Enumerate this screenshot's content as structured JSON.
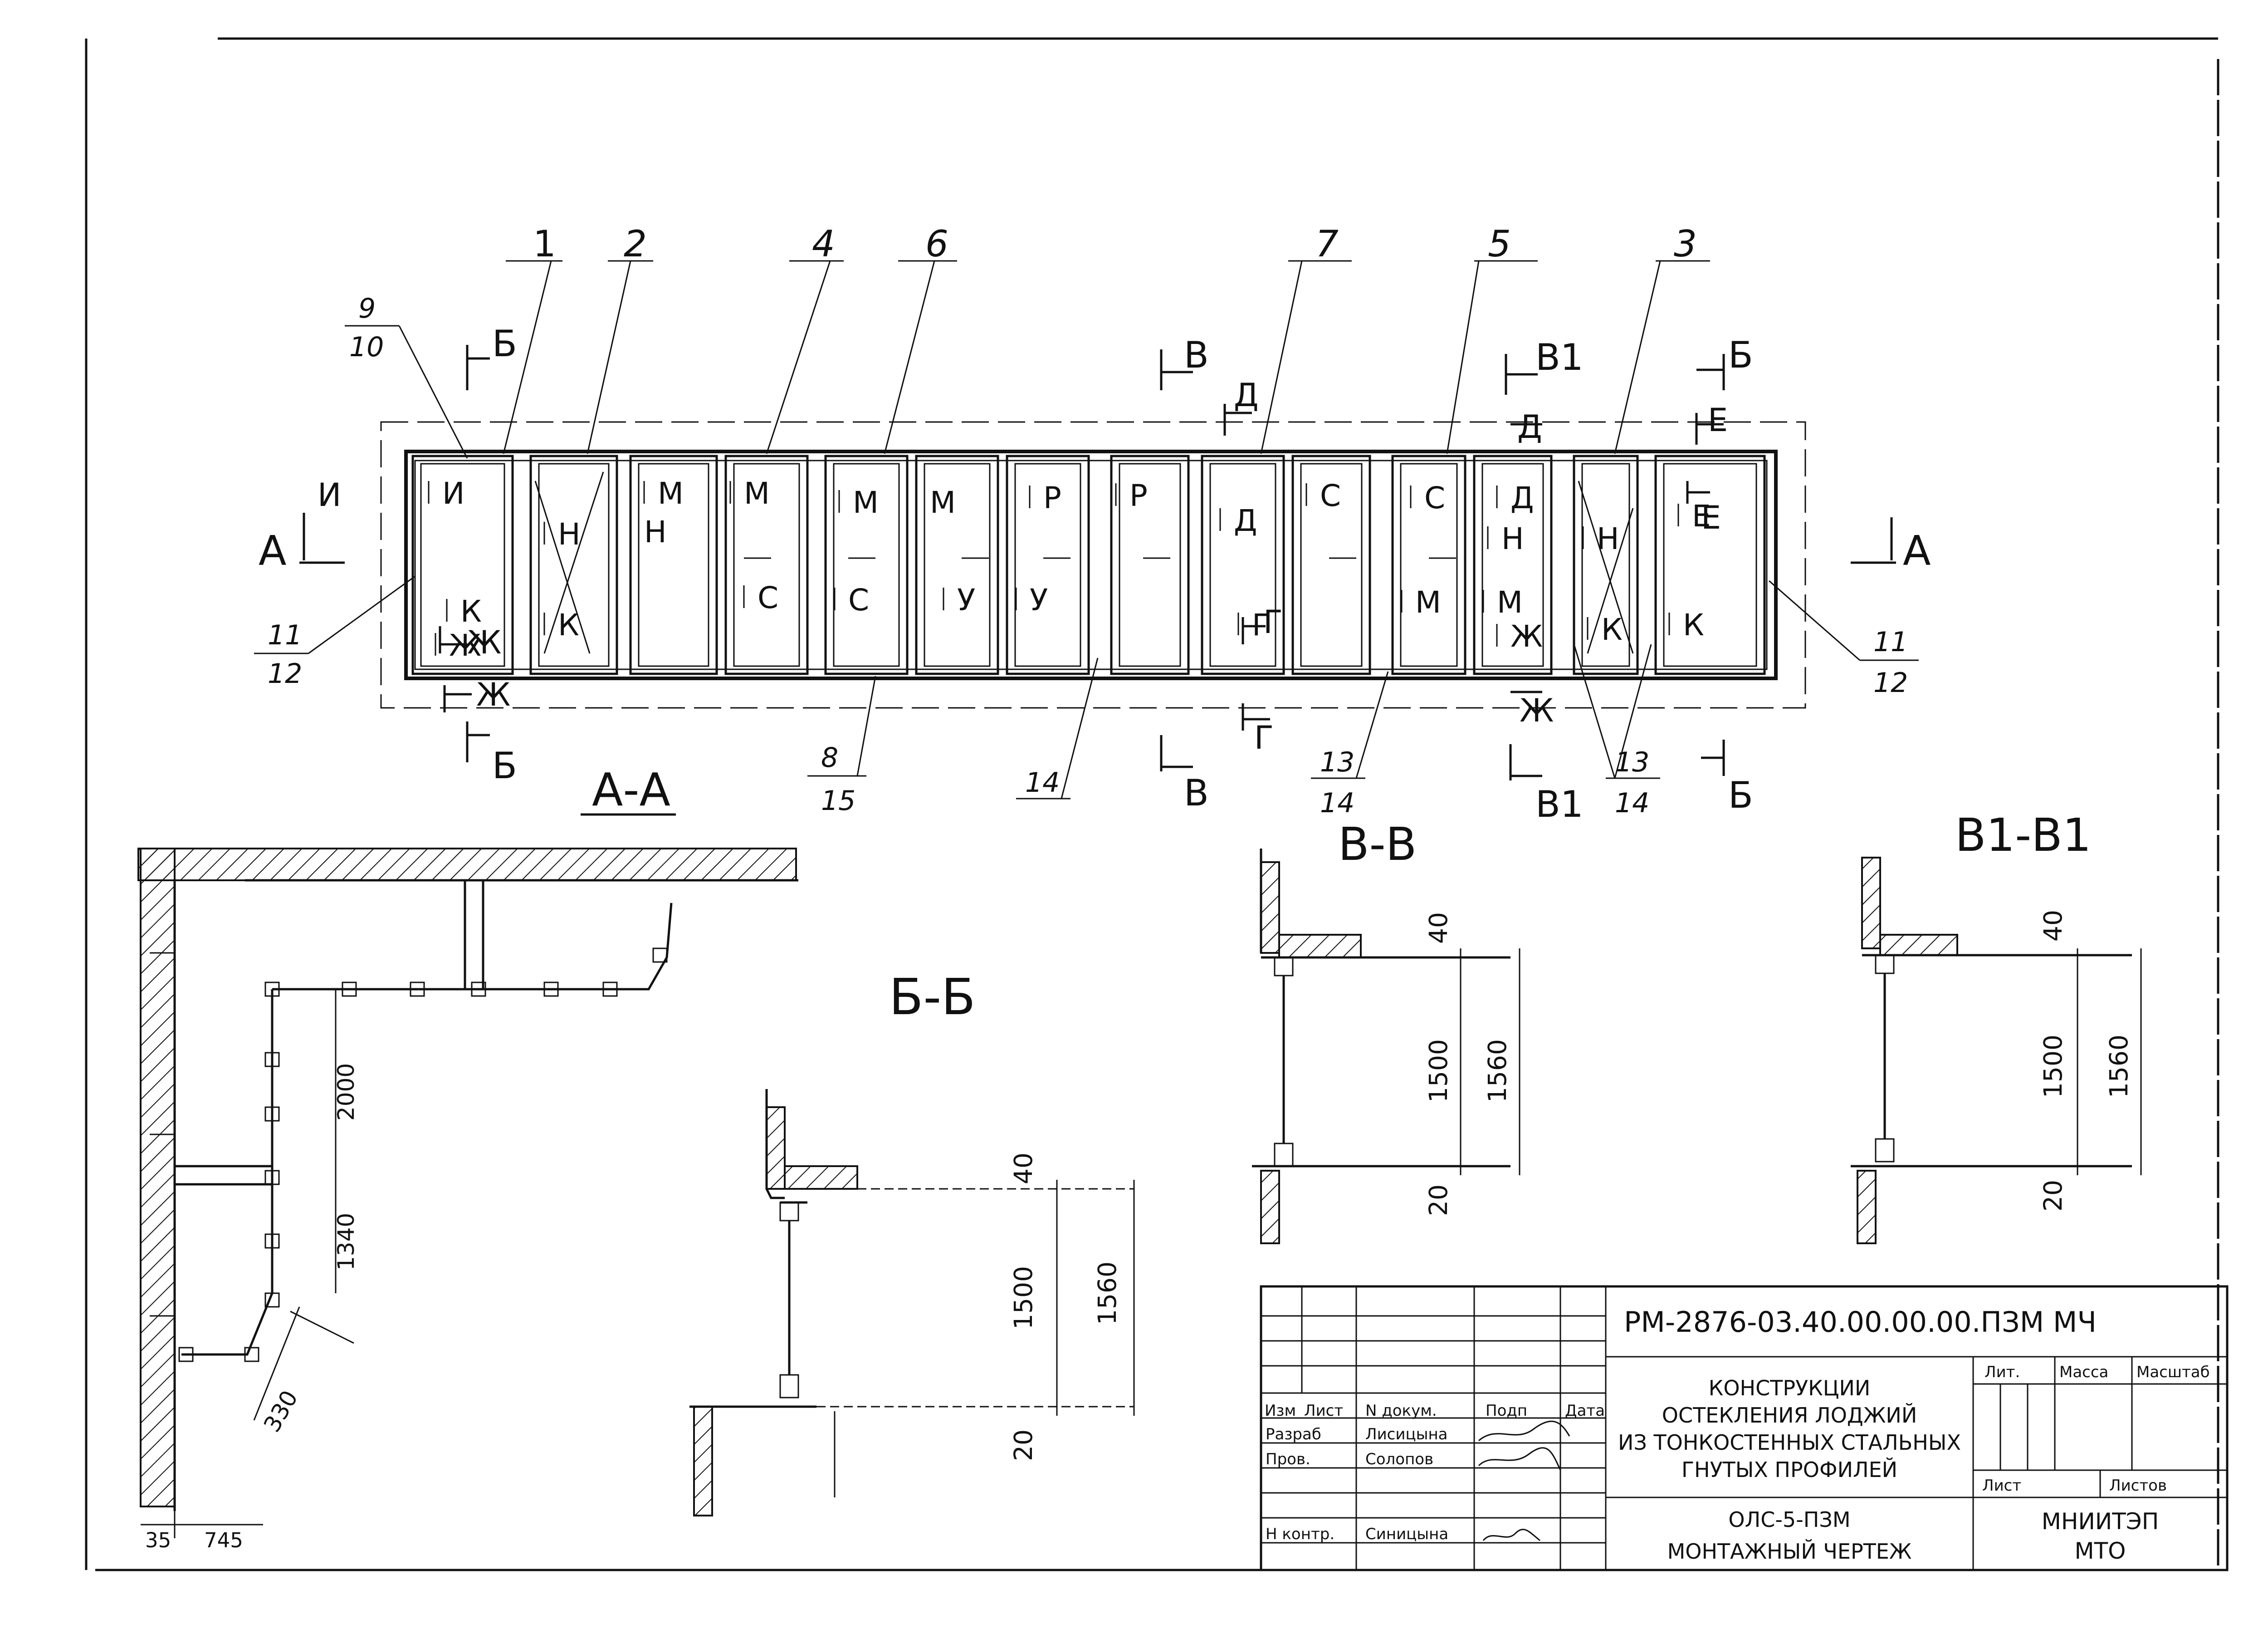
{
  "plan": {
    "positions": [
      {
        "label": "1"
      },
      {
        "label": "2"
      },
      {
        "label": "4"
      },
      {
        "label": "6"
      },
      {
        "label": "7"
      },
      {
        "label": "5"
      },
      {
        "label": "3"
      }
    ],
    "fractions": [
      {
        "num": "9",
        "den": "10"
      },
      {
        "num": "11",
        "den": "12"
      },
      {
        "num": "11",
        "den": "12"
      },
      {
        "num": "8",
        "den": "15"
      },
      {
        "num": "14",
        "den": ""
      },
      {
        "num": "13",
        "den": "14"
      },
      {
        "num": "13",
        "den": "14"
      }
    ],
    "cut_marks": [
      "А",
      "А",
      "Б",
      "Б",
      "Б",
      "Б",
      "В",
      "В",
      "В1",
      "В1",
      "Д",
      "Д",
      "Е",
      "Е",
      "Ж",
      "Ж",
      "Ж",
      "Г",
      "Г",
      "И"
    ],
    "sash_labels": [
      "И",
      "К",
      "Ж",
      "Н",
      "К",
      "М",
      "Н",
      "М",
      "С",
      "М",
      "М",
      "Р",
      "С",
      "У",
      "У",
      "Р",
      "Д",
      "Г",
      "С",
      "С",
      "Д",
      "Н",
      "М",
      "М",
      "Ж",
      "Н",
      "К",
      "Е",
      "К"
    ]
  },
  "sections": {
    "aa": {
      "title": "А-А",
      "dims": [
        "2000",
        "1340",
        "330",
        "35",
        "745"
      ]
    },
    "bb": {
      "title": "Б-Б",
      "dims": [
        "40",
        "1500",
        "1560",
        "20"
      ]
    },
    "vv": {
      "title": "В-В",
      "dims": [
        "40",
        "1500",
        "1560",
        "20"
      ]
    },
    "v1v1": {
      "title": "В1-В1",
      "dims": [
        "40",
        "1500",
        "1560",
        "20"
      ]
    }
  },
  "titleblock": {
    "code": "РМ-2876-03.40.00.00.00.ПЗМ МЧ",
    "heads": {
      "izm": "Изм",
      "list": "Лист",
      "ndoc": "N докум.",
      "podp": "Подп",
      "data": "Дата"
    },
    "rows": [
      {
        "role": "Разраб",
        "name": "Лисицына"
      },
      {
        "role": "Пров.",
        "name": "Солопов"
      },
      {
        "role": "Н контр.",
        "name": "Синицына"
      }
    ],
    "title_lines": [
      "КОНСТРУКЦИИ",
      "ОСТЕКЛЕНИЯ ЛОДЖИЙ",
      "ИЗ ТОНКОСТЕННЫХ СТАЛЬНЫХ",
      "ГНУТЫХ ПРОФИЛЕЙ"
    ],
    "doc_lines": [
      "ОЛС-5-ПЗМ",
      "МОНТАЖНЫЙ ЧЕРТЕЖ"
    ],
    "lit": "Лит.",
    "massa": "Масса",
    "masshtab": "Масштаб",
    "list_label": "Лист",
    "listov_label": "Листов",
    "org_lines": [
      "МНИИТЭП",
      "МТО"
    ]
  }
}
